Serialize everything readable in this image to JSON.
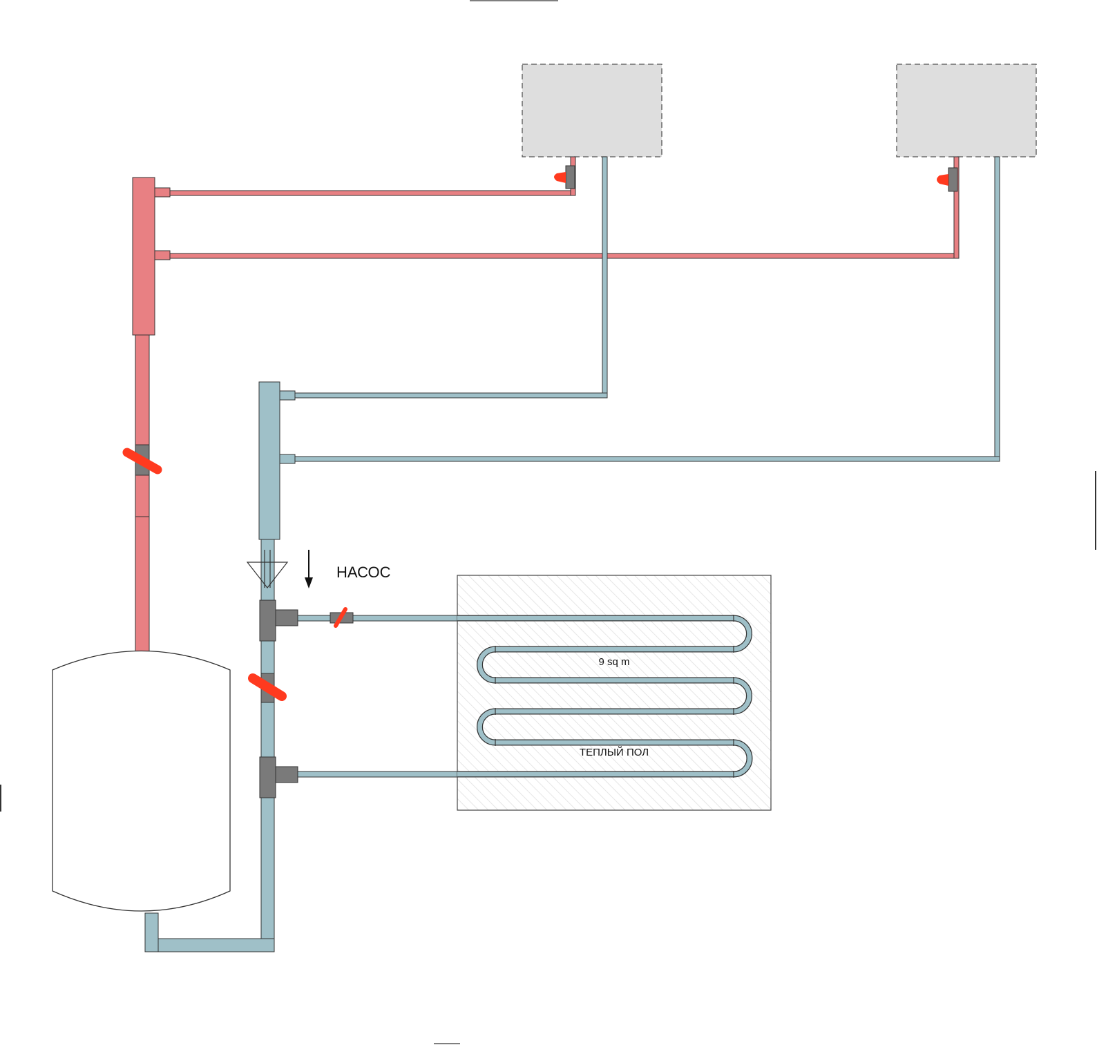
{
  "labels": {
    "pump": "НАСОС",
    "floor_area": "9 sq m",
    "floor_heating": "ТЕПЛЫЙ ПОЛ"
  },
  "colors": {
    "supply_pipe": "#e88083",
    "return_pipe": "#9fc0c8",
    "fitting": "#7a7a7a",
    "valve_handle": "#ff3a1f",
    "radiator_fill": "#dedede",
    "floor_hatch": "#e6e6e6",
    "outline": "#333333"
  },
  "components": {
    "boiler": "boiler-tank",
    "radiators": [
      "radiator-1",
      "radiator-2"
    ],
    "pump_symbol": "pump-triangle-icon",
    "floor_loop": "underfloor-heating-coil"
  }
}
